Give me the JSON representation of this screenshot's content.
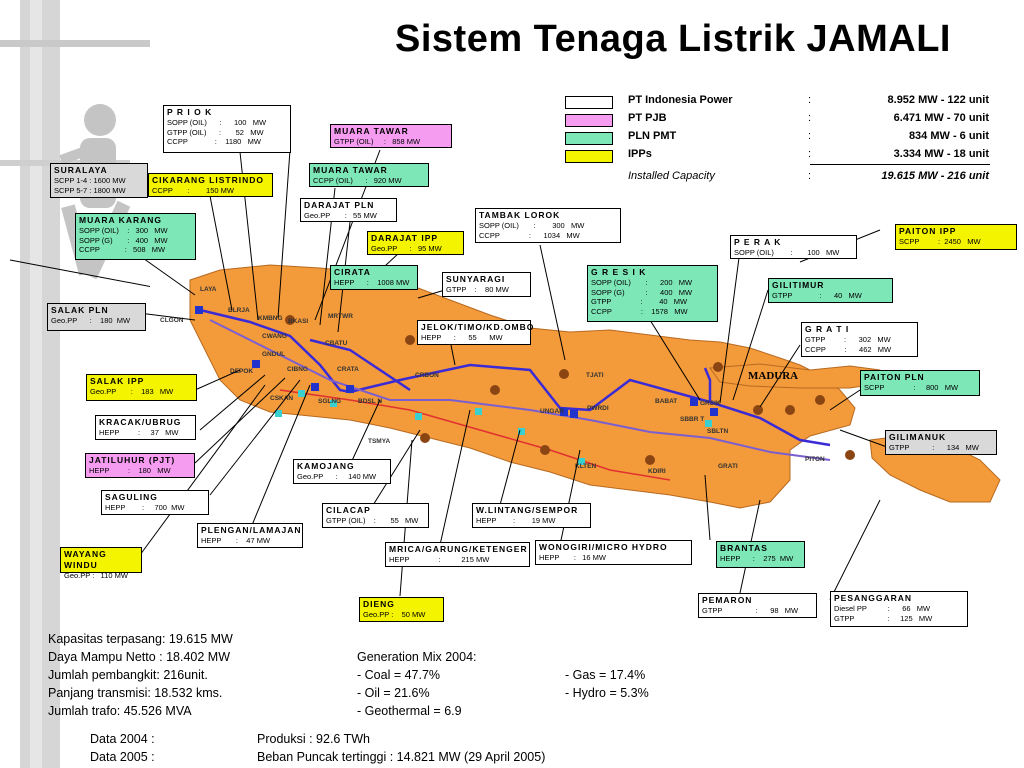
{
  "title": "Sistem Tenaga Listrik JAMALI",
  "legend": [
    {
      "name": "PT Indonesia Power",
      "value": "8.952 MW  -  122 unit",
      "color": "#ffffff"
    },
    {
      "name": "PT PJB",
      "value": "6.471 MW  -   70 unit",
      "color": "#f59cf1"
    },
    {
      "name": "PLN PMT",
      "value": "834 MW  -    6 unit",
      "color": "#7ee7b8"
    },
    {
      "name": "IPPs",
      "value": "3.334 MW  -   18 unit",
      "color": "#f4f400"
    },
    {
      "name": "Installed Capacity",
      "value": "19.615 MW  - 216 unit",
      "color": ""
    }
  ],
  "plants": {
    "priok": {
      "name": "P R I O K",
      "rows": [
        "SOPP (OIL)      :      100   MW",
        "GTPP (OIL)      :       52   MW",
        "CCPP             :    1180   MW"
      ]
    },
    "muara_tawar_1": {
      "name": "MUARA TAWAR",
      "rows": [
        "GTPP (OIL)     :   858 MW"
      ]
    },
    "muara_tawar_2": {
      "name": "MUARA TAWAR",
      "rows": [
        "CCPP (OIL)      :   920 MW"
      ]
    },
    "suralaya": {
      "name": "SURALAYA",
      "rows": [
        "SCPP 1-4 : 1600 MW",
        "SCPP 5-7 : 1800 MW"
      ]
    },
    "cikarang": {
      "name": "CIKARANG LISTRINDO",
      "rows": [
        "CCPP       :        150 MW"
      ]
    },
    "darajat_pln": {
      "name": "DARAJAT PLN",
      "rows": [
        "Geo.PP       :   55 MW"
      ]
    },
    "muara_karang": {
      "name": "MUARA KARANG",
      "rows": [
        "SOPP (OIL)    :   300   MW",
        "SOPP (G)       :   400   MW",
        "CCPP            :   508   MW"
      ]
    },
    "darajat_ipp": {
      "name": "DARAJAT IPP",
      "rows": [
        "Geo.PP      :   95 MW"
      ]
    },
    "tambak_lorok": {
      "name": "TAMBAK LOROK",
      "rows": [
        "SOPP (OIL)       :        300   MW",
        "CCPP              :      1034   MW"
      ]
    },
    "paiton_ipp": {
      "name": "PAITON IPP",
      "rows": [
        "SCPP         :  2450   MW"
      ]
    },
    "perak": {
      "name": "P E R A K",
      "rows": [
        "SOPP (OIL)        :       100   MW"
      ]
    },
    "cirata": {
      "name": "CIRATA",
      "rows": [
        "HEPP      :    1008 MW"
      ]
    },
    "sunyaragi": {
      "name": "SUNYARAGI",
      "rows": [
        "GTPP    :    80 MW"
      ]
    },
    "gresik": {
      "name": "G R E S I K",
      "rows": [
        "SOPP (OIL)       :      200   MW",
        "SOPP (G)          :      400   MW",
        "GTPP              :        40   MW",
        "CCPP              :    1578   MW"
      ]
    },
    "gilitimur": {
      "name": "GILITIMUR",
      "rows": [
        "GTPP             :      40   MW"
      ]
    },
    "salak_pln": {
      "name": "SALAK  PLN",
      "rows": [
        "Geo.PP      :    180  MW"
      ]
    },
    "jelok": {
      "name": "JELOK/TIMO/KD.OMBO",
      "rows": [
        "HEPP      :      55      MW"
      ]
    },
    "grati": {
      "name": "G R A T I",
      "rows": [
        "GTPP         :      302   MW",
        "CCPP         :      462   MW"
      ]
    },
    "salak_ipp": {
      "name": "SALAK  IPP",
      "rows": [
        "Geo.PP       :    183   MW"
      ]
    },
    "paiton_pln": {
      "name": "PAITON PLN",
      "rows": [
        "SCPP              :     800   MW"
      ]
    },
    "kracak": {
      "name": "KRACAK/UBRUG",
      "rows": [
        "HEPP         :     37   MW"
      ]
    },
    "gilimanuk": {
      "name": "GILIMANUK",
      "rows": [
        "GTPP           :      134   MW"
      ]
    },
    "jatiluhur": {
      "name": "JATILUHUR (PJT)",
      "rows": [
        "HEPP         :    180   MW"
      ]
    },
    "kamojang": {
      "name": "KAMOJANG",
      "rows": [
        "Geo.PP      :     140 MW"
      ]
    },
    "saguling": {
      "name": "SAGULING",
      "rows": [
        "HEPP        :     700  MW"
      ]
    },
    "cilacap": {
      "name": "CILACAP",
      "rows": [
        "GTPP (OIL)    :       55   MW"
      ]
    },
    "wlintang": {
      "name": "W.LINTANG/SEMPOR",
      "rows": [
        "HEPP        :        19 MW"
      ]
    },
    "plengan": {
      "name": "PLENGAN/LAMAJAN",
      "rows": [
        "HEPP       :    47 MW"
      ]
    },
    "mrica": {
      "name": "MRICA/GARUNG/KETENGER",
      "rows": [
        "HEPP              :          215 MW"
      ]
    },
    "wonogiri": {
      "name": "WONOGIRI/MICRO HYDRO",
      "rows": [
        "HEPP       :   16 MW"
      ]
    },
    "brantas": {
      "name": "BRANTAS",
      "rows": [
        "HEPP      :    275  MW"
      ]
    },
    "wayang_windu": {
      "name": "WAYANG WINDU",
      "rows": [
        "Geo.PP :   110 MW"
      ]
    },
    "dieng": {
      "name": "DIENG",
      "rows": [
        "Geo.PP :    50 MW"
      ]
    },
    "pemaron": {
      "name": "PEMARON",
      "rows": [
        "GTPP                :      98   MW"
      ]
    },
    "pesanggaran": {
      "name": "PESANGGARAN",
      "rows": [
        "Diesel PP          :      66   MW",
        "GTPP                :     125   MW"
      ]
    }
  },
  "map_labels": {
    "madura": "MADURA",
    "subs": [
      "LAYA",
      "CLGON",
      "BLRJA",
      "KMBNG",
      "BKASI",
      "MRTWR",
      "CWANG",
      "CBATU",
      "GNDUL",
      "DEPOK",
      "CIBNG",
      "CRATA",
      "CSKAN",
      "SGLNG",
      "BDSL N",
      "CRBON",
      "TSMYA",
      "UNGAR",
      "TJATI",
      "PWRDI",
      "KLTEN",
      "BABAT",
      "GRSIK",
      "SBBR T",
      "SBLTN",
      "GRATI",
      "KDIRI",
      "PITON"
    ]
  },
  "summary": {
    "kapasitas": "Kapasitas terpasang: 19.615 MW",
    "daya_mampu": "Daya Mampu Netto  : 18.402 MW",
    "pembangkit": "Jumlah pembangkit: 216unit.",
    "transmisi": "Panjang transmisi: 18.532 kms.",
    "trafo": "Jumlah trafo: 45.526 MVA"
  },
  "mix": {
    "title": "Generation Mix 2004:",
    "coal": "- Coal = 47.7%",
    "oil": "- Oil = 21.6%",
    "geo": "- Geothermal = 6.9",
    "gas": "- Gas = 17.4%",
    "hydro": "- Hydro = 5.3%"
  },
  "data": {
    "d2004_label": "Data 2004 :",
    "d2004_value": "Produksi :  92.6 TWh",
    "d2005_label": "Data 2005 :",
    "d2005_value": "Beban Puncak tertinggi : 14.821 MW (29 April 2005)"
  }
}
